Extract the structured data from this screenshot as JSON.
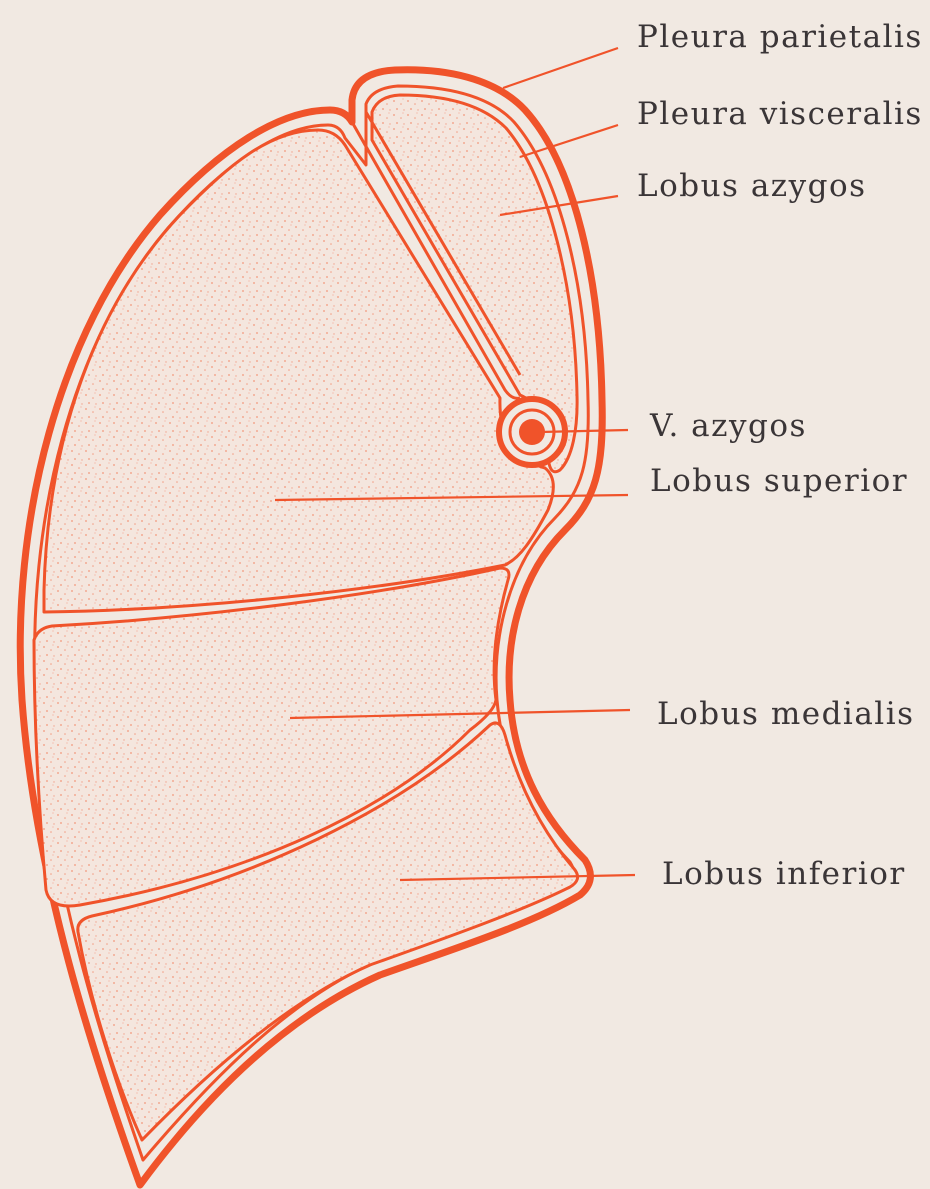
{
  "labels": {
    "pleura_parietalis": "Pleura parietalis",
    "pleura_visceralis": "Pleura visceralis",
    "lobus_azygos": "Lobus azygos",
    "v_azygos": "V. azygos",
    "lobus_superior": "Lobus superior",
    "lobus_medialis": "Lobus medialis",
    "lobus_inferior": "Lobus inferior"
  },
  "colors": {
    "background": "#f1e9e2",
    "ink": "#f0532a",
    "text": "#3a3537"
  }
}
